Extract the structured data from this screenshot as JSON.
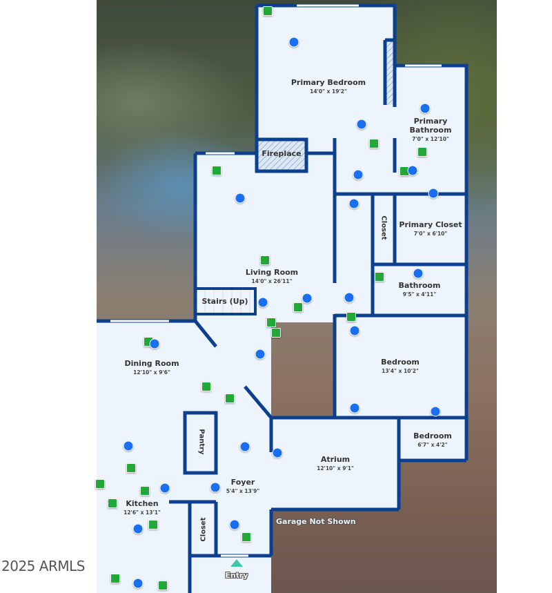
{
  "copyright": "2025 ARMLS",
  "colors": {
    "wall": "#0d3f8f",
    "floor": "#eef4fb",
    "photo_marker": "#1a6ff0",
    "view_marker": "#22a838",
    "entry_arrow": "#3fc7a8"
  },
  "rooms": {
    "primary_bedroom": {
      "name": "Primary Bedroom",
      "dims": "14'0\" x 19'2\""
    },
    "primary_bathroom": {
      "name": "Primary Bathroom",
      "dims": "7'0\" x 12'10\""
    },
    "fireplace": {
      "name": "Fireplace"
    },
    "closet_hall": {
      "name": "Closet"
    },
    "primary_closet": {
      "name": "Primary Closet",
      "dims": "7'0\" x 6'10\""
    },
    "living_room": {
      "name": "Living Room",
      "dims": "14'0\" x 26'11\""
    },
    "stairs": {
      "name": "Stairs (Up)"
    },
    "bathroom": {
      "name": "Bathroom",
      "dims": "9'5\" x 4'11\""
    },
    "dining_room": {
      "name": "Dining Room",
      "dims": "12'10\" x 9'6\""
    },
    "bedroom": {
      "name": "Bedroom",
      "dims": "13'4\" x 10'2\""
    },
    "bedroom_small": {
      "name": "Bedroom",
      "dims": "6'7\" x 4'2\""
    },
    "pantry": {
      "name": "Pantry"
    },
    "atrium": {
      "name": "Atrium",
      "dims": "12'10\" x 9'1\""
    },
    "foyer": {
      "name": "Foyer",
      "dims": "5'4\" x 13'9\""
    },
    "kitchen": {
      "name": "Kitchen",
      "dims": "12'6\" x 13'1\""
    },
    "closet_foyer": {
      "name": "Closet"
    }
  },
  "notes": {
    "garage": "Garage Not Shown",
    "entry": "Entry"
  }
}
